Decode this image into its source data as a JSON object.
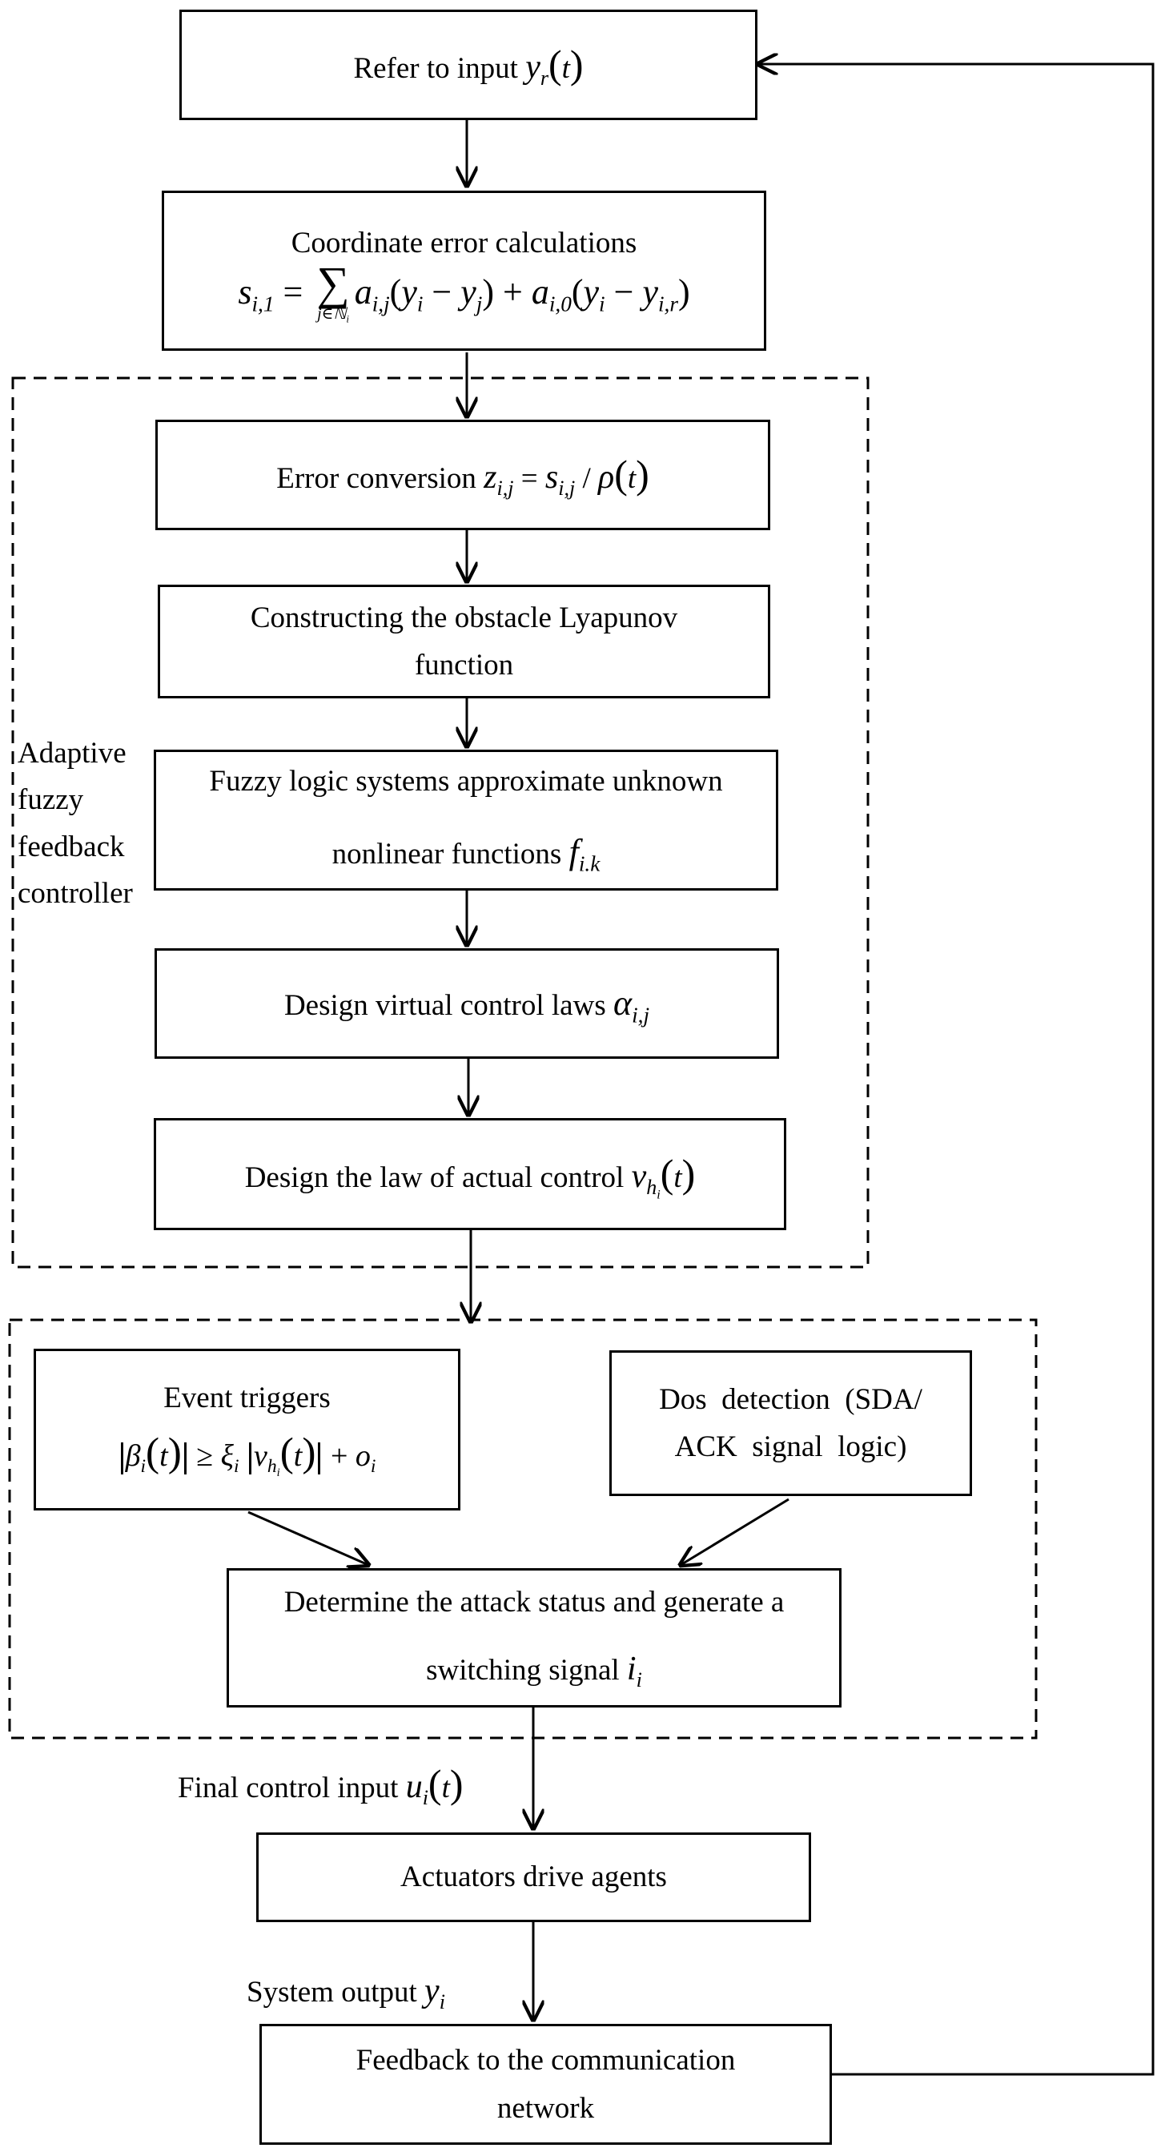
{
  "nodes": {
    "refer_input": {
      "text": "Refer to input "
    },
    "coordinate_error": {
      "title": "Coordinate  error  calculations"
    },
    "error_conversion": {
      "text": "Error conversion "
    },
    "lyapunov": {
      "line1": "Constructing the obstacle Lyapunov",
      "line2": "function"
    },
    "fuzzy": {
      "line1": "Fuzzy logic systems approximate unknown",
      "line2": "nonlinear functions "
    },
    "virtual_law": {
      "text": "Design virtual control laws "
    },
    "actual_law": {
      "text": "Design the law of actual control "
    },
    "event_triggers": {
      "title": "Event  triggers"
    },
    "dos_detection": {
      "line1": "Dos  detection  (SDA/",
      "line2": "ACK  signal  logic)"
    },
    "attack_status": {
      "line1": "Determine the attack status and generate a",
      "line2": "switching signal "
    },
    "actuators": {
      "text": "Actuators drive agents"
    },
    "feedback": {
      "line1": "Feedback to the communication",
      "line2": "network"
    }
  },
  "group_label": {
    "line1": "Adaptive",
    "line2": "fuzzy",
    "line3": "feedback",
    "line4": "controller"
  },
  "edge_labels": {
    "final_input": "Final control input ",
    "system_output": "System output "
  }
}
